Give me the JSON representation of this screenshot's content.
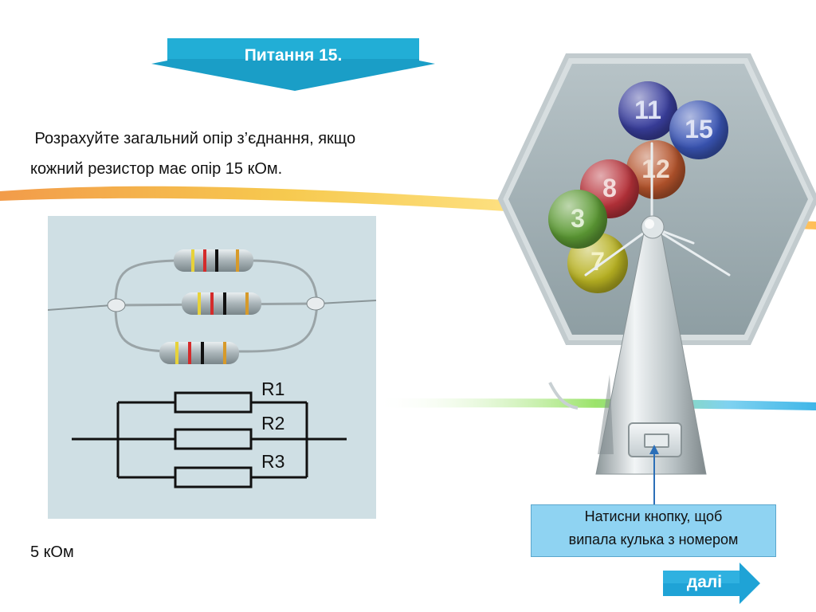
{
  "title": "Питання 15.",
  "question": {
    "line1": " Розрахуйте загальний опір з’єднання, якщо",
    "line2": "кожний резистор має опір 15 кОм."
  },
  "diagram": {
    "labels": [
      "R1",
      "R2",
      "R3"
    ]
  },
  "answer": "5 кОм",
  "machine": {
    "balls": [
      {
        "number": "11",
        "color": "#3a3f9e"
      },
      {
        "number": "15",
        "color": "#3a55b5"
      },
      {
        "number": "12",
        "color": "#b5542c"
      },
      {
        "number": "8",
        "color": "#b8323a"
      },
      {
        "number": "3",
        "color": "#5d9b35"
      },
      {
        "number": "7",
        "color": "#b8b222"
      }
    ]
  },
  "hint": {
    "line1": "Натисни кнопку, щоб",
    "line2": "випала кулька з номером"
  },
  "next_label": "далі",
  "colors": {
    "banner": "#1a9ec7",
    "hint_bg": "#8fd3f2",
    "next_btn": "#1fa3d6"
  }
}
